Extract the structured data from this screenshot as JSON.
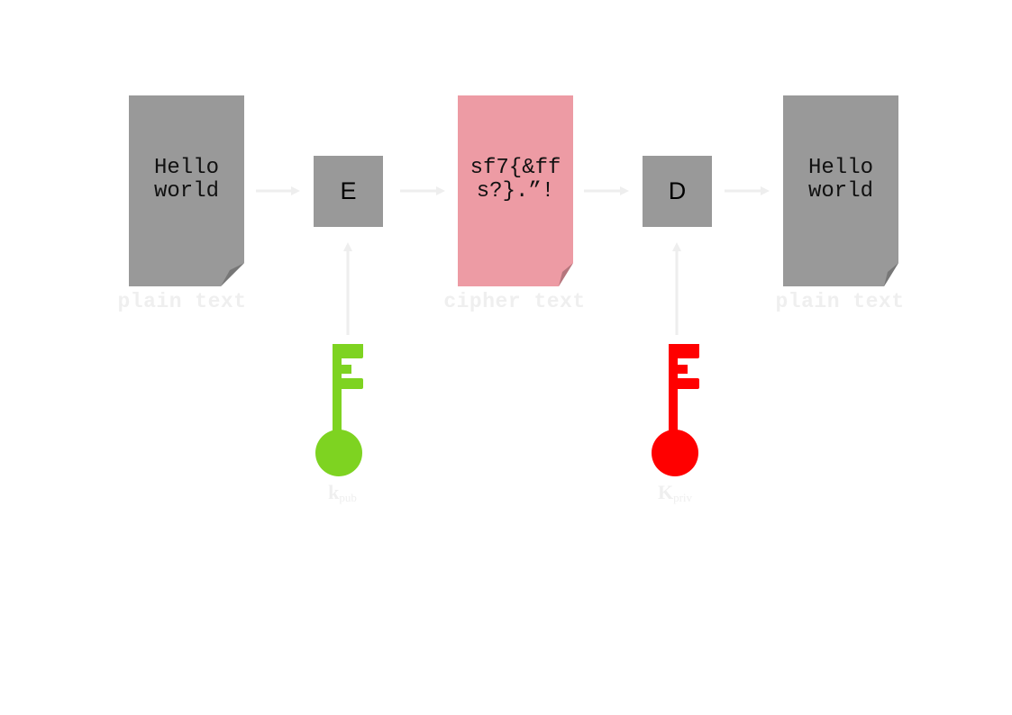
{
  "colors": {
    "doc_gray": "#999999",
    "doc_pink": "#ed9ba4",
    "fold_gray": "#777777",
    "fold_pink": "#b5767d",
    "arrow": "#eeeeee",
    "caption": "#efefef",
    "key_public": "#7ed321",
    "key_private": "#ff0000"
  },
  "plain_doc_left": {
    "line1": "Hello",
    "line2": "world",
    "caption": "plain text"
  },
  "encrypt_box": {
    "label": "E"
  },
  "cipher_doc": {
    "line1": "sf7{&ff",
    "line2": "s?}.”!",
    "caption": "cipher text"
  },
  "decrypt_box": {
    "label": "D"
  },
  "plain_doc_right": {
    "line1": "Hello",
    "line2": "world",
    "caption": "plain text"
  },
  "public_key": {
    "icon": "key-icon",
    "label": "k",
    "sub": "pub"
  },
  "private_key": {
    "icon": "key-icon",
    "label": "K",
    "sub": "priv"
  }
}
